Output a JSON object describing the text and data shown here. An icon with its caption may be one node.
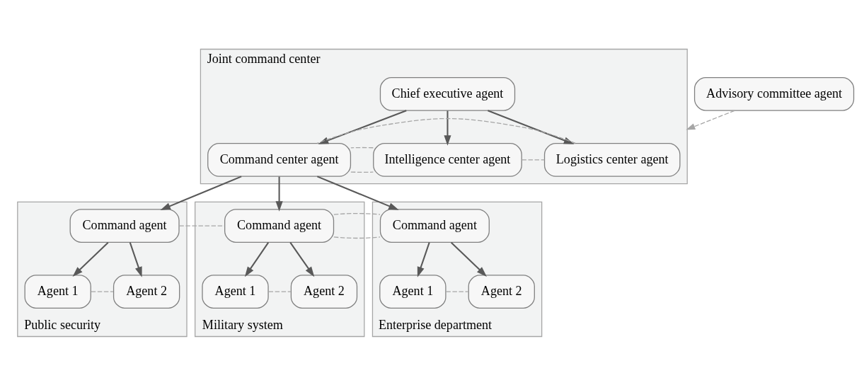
{
  "diagram": {
    "nodes": [
      {
        "text": [
          "Joint command center"
        ]
      },
      {
        "text": [
          "Chief executive agent"
        ],
        "in": 0
      },
      {
        "text": [
          "Command center agent"
        ],
        "in": 0
      },
      {
        "text": [
          "Intelligence center agent"
        ],
        "in": 0
      },
      {
        "text": [
          "Logistics center agent"
        ],
        "in": 0
      },
      {
        "text": [
          "Advisory committee agent"
        ]
      },
      {
        "text": [
          "Public security"
        ]
      },
      {
        "text": [
          "Command agent"
        ],
        "in": 6
      },
      {
        "text": [
          "Agent 1"
        ],
        "in": 6
      },
      {
        "text": [
          "Agent 2"
        ],
        "in": 6
      },
      {
        "text": [
          "Military system"
        ]
      },
      {
        "text": [
          "Command agent"
        ],
        "in": 10
      },
      {
        "text": [
          "Agent 1"
        ],
        "in": 10
      },
      {
        "text": [
          "Agent 2"
        ],
        "in": 10
      },
      {
        "text": [
          "Enterprise department"
        ]
      },
      {
        "text": [
          "Command agent"
        ],
        "in": 14
      },
      {
        "text": [
          "Agent 1"
        ],
        "in": 14
      },
      {
        "text": [
          "Agent 2"
        ],
        "in": 14
      }
    ],
    "edges": [
      {
        "from": 1,
        "to": 2,
        "arrow": "to"
      },
      {
        "from": 1,
        "to": 3,
        "arrow": "to"
      },
      {
        "from": 1,
        "to": 4,
        "arrow": "to"
      },
      {
        "from": 5,
        "to": 0,
        "arrow": "to",
        "style": "dashed",
        "color": "#a6a6a6"
      },
      {
        "from": 2,
        "to": 3,
        "arrow": "none",
        "style": "dashed",
        "color": "#a6a6a6"
      },
      {
        "from": 3,
        "to": 4,
        "arrow": "none",
        "style": "dashed",
        "color": "#a6a6a6"
      },
      {
        "from": 3,
        "to": 2,
        "arrow": "none",
        "style": "dashed",
        "color": "#a6a6a6"
      },
      {
        "from": 4,
        "to": 2,
        "arrow": "none",
        "style": "dashed",
        "color": "#a6a6a6"
      },
      {
        "from": 2,
        "to": 7,
        "arrow": "to"
      },
      {
        "from": 2,
        "to": 11,
        "arrow": "to"
      },
      {
        "from": 2,
        "to": 15,
        "arrow": "to"
      },
      {
        "from": 7,
        "to": 11,
        "arrow": "none",
        "style": "dashed",
        "color": "#a6a6a6"
      },
      {
        "from": 11,
        "to": 15,
        "arrow": "none",
        "style": "dashed",
        "color": "#a6a6a6"
      },
      {
        "from": 7,
        "to": 8,
        "arrow": "to"
      },
      {
        "from": 7,
        "to": 9,
        "arrow": "to"
      },
      {
        "from": 8,
        "to": 9,
        "arrow": "none",
        "style": "dashed",
        "color": "#a6a6a6"
      },
      {
        "from": 11,
        "to": 12,
        "arrow": "to"
      },
      {
        "from": 11,
        "to": 13,
        "arrow": "to"
      },
      {
        "from": 12,
        "to": 13,
        "arrow": "none",
        "style": "dashed",
        "color": "#a6a6a6"
      },
      {
        "from": 15,
        "to": 16,
        "arrow": "to"
      },
      {
        "from": 15,
        "to": 17,
        "arrow": "to"
      },
      {
        "from": 16,
        "to": 17,
        "arrow": "none",
        "style": "dashed",
        "color": "#a6a6a6"
      }
    ]
  }
}
